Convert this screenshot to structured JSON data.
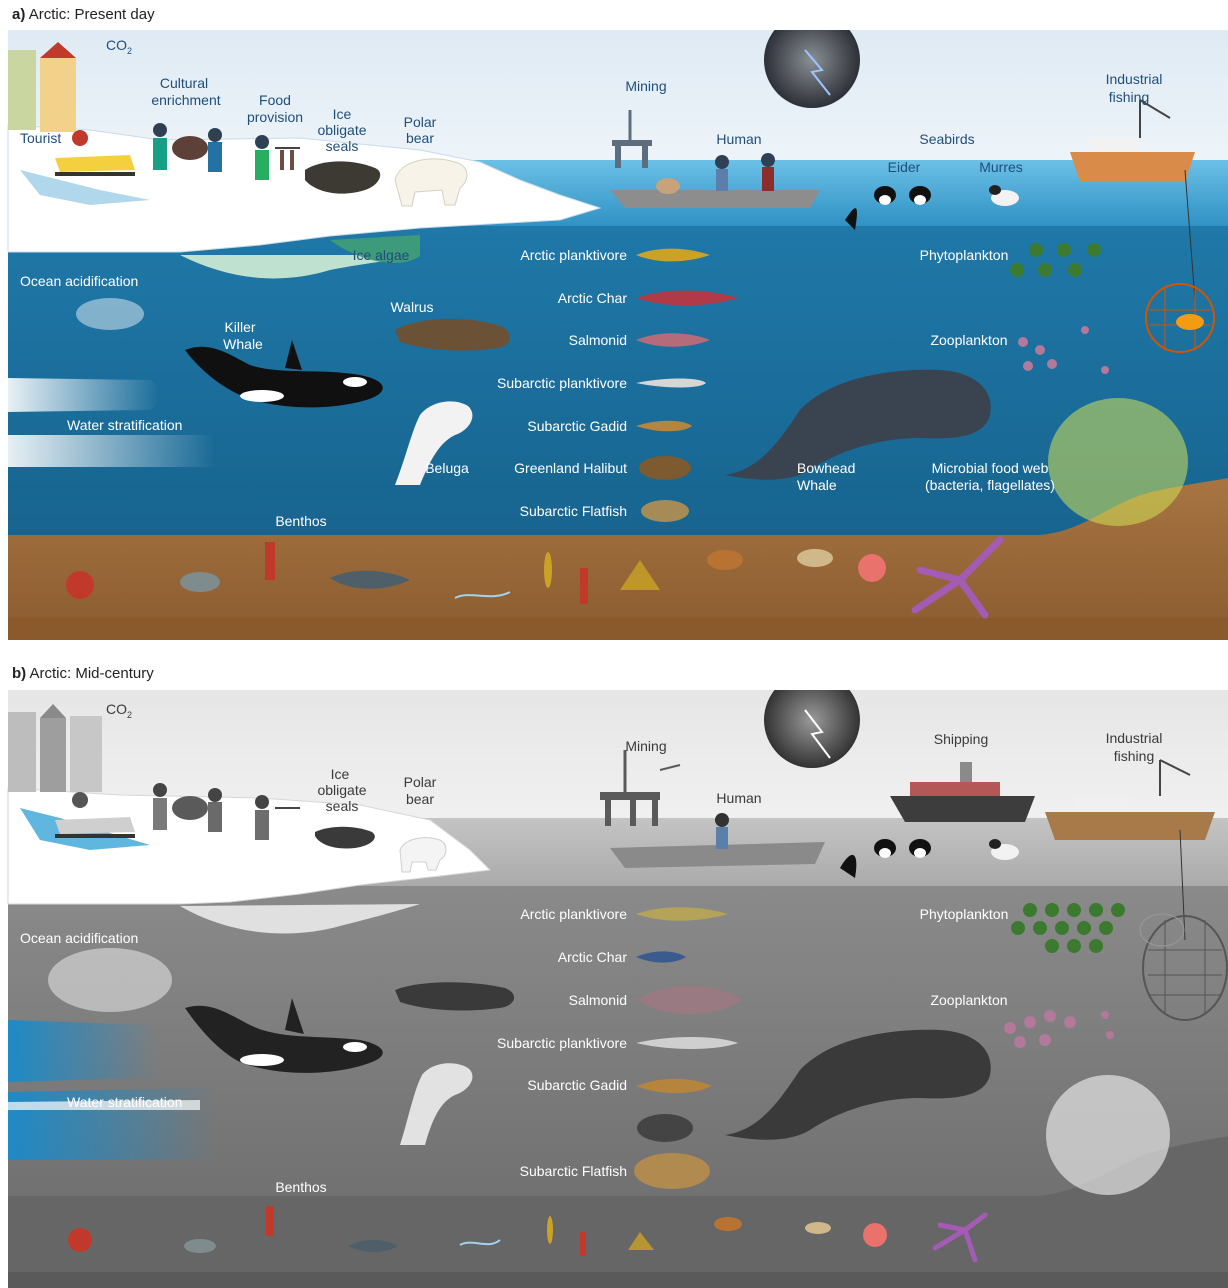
{
  "panels": [
    {
      "id": "a",
      "heading_letter": "a)",
      "heading_text": "Arctic: Present day",
      "labels": {
        "co2": "CO",
        "co2_sub": "2",
        "tourist": "Tourist",
        "cultural_1": "Cultural",
        "cultural_2": "enrichment",
        "food_1": "Food",
        "food_2": "provision",
        "ice_seals_1": "Ice",
        "ice_seals_2": "obligate",
        "ice_seals_3": "seals",
        "polar_1": "Polar",
        "polar_2": "bear",
        "mining": "Mining",
        "human": "Human",
        "seabirds": "Seabirds",
        "eider": "Eider",
        "murres": "Murres",
        "industrial_1": "Industrial",
        "industrial_2": "fishing",
        "ice_algae": "Ice algae",
        "ocean_acid": "Ocean acidification",
        "killer_1": "Killer",
        "killer_2": "Whale",
        "walrus": "Walrus",
        "water_strat": "Water stratification",
        "beluga": "Beluga",
        "benthos": "Benthos",
        "phyto": "Phytoplankton",
        "zoo": "Zooplankton",
        "bowhead_1": "Bowhead",
        "bowhead_2": "Whale",
        "microbial_1": "Microbial food web",
        "microbial_2": "(bacteria, flagellates)",
        "fish": [
          "Arctic planktivore",
          "Arctic Char",
          "Salmonid",
          "Subarctic planktivore",
          "Subarctic Gadid",
          "Greenland Halibut",
          "Subarctic Flatfish"
        ]
      }
    },
    {
      "id": "b",
      "heading_letter": "b)",
      "heading_text": "Arctic: Mid-century",
      "labels": {
        "co2": "CO",
        "co2_sub": "2",
        "ice_seals_1": "Ice",
        "ice_seals_2": "obligate",
        "ice_seals_3": "seals",
        "polar_1": "Polar",
        "polar_2": "bear",
        "mining": "Mining",
        "human": "Human",
        "shipping": "Shipping",
        "industrial_1": "Industrial",
        "industrial_2": "fishing",
        "ocean_acid": "Ocean acidification",
        "water_strat": "Water stratification",
        "benthos": "Benthos",
        "phyto": "Phytoplankton",
        "zoo": "Zooplankton",
        "fish": [
          "Arctic planktivore",
          "Arctic Char",
          "Salmonid",
          "Subarctic planktivore",
          "Subarctic Gadid",
          "",
          "Subarctic Flatfish"
        ]
      }
    }
  ],
  "colors": {
    "sky": "#e9f1f8",
    "ocean": "#2179a8",
    "surface_water": "#4aa7d6",
    "seabed": "#9a6a3c",
    "ice": "#ffffff",
    "mid_century_sky": "#ececec",
    "mid_century_ocean": "#7b7b7b",
    "mid_century_seabed": "#5a5a5a"
  },
  "icons": [
    "storm-cloud-icon",
    "oil-rig-icon",
    "fishing-boat-icon",
    "killer-whale-icon",
    "bowhead-whale-icon",
    "beluga-icon",
    "walrus-icon",
    "seal-icon",
    "polar-bear-icon",
    "crab-icon",
    "starfish-icon",
    "cargo-ship-icon",
    "fishing-net-icon"
  ]
}
